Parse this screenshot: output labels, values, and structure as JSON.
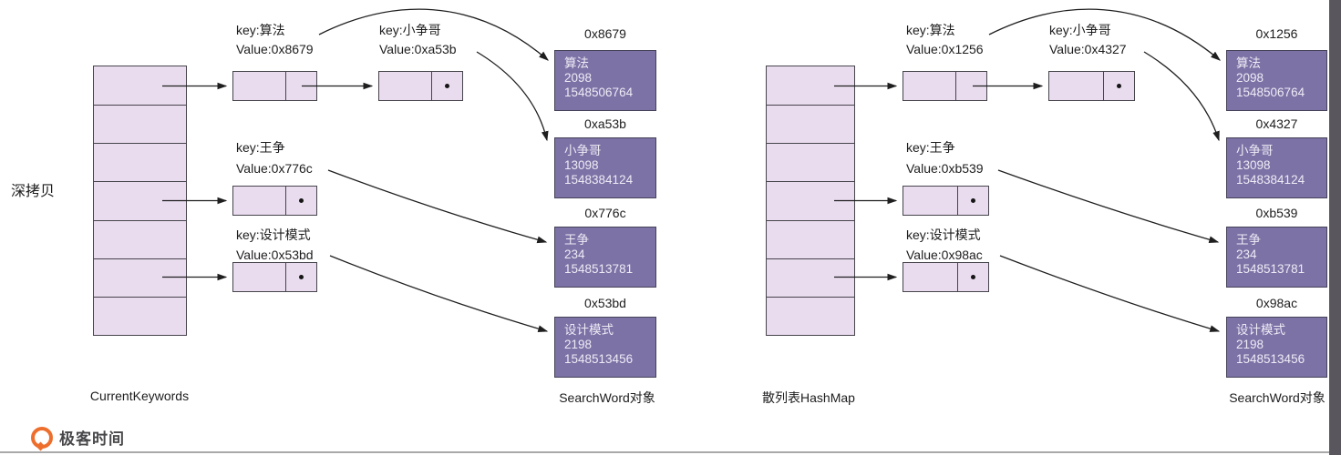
{
  "page": {
    "deep_copy_label": "深拷贝",
    "colors": {
      "cell_fill": "#e9dcee",
      "object_fill": "#7c72a6",
      "border": "#46444b",
      "side_strip": "#59575d",
      "logo_orange": "#ee6f2d"
    }
  },
  "left_diagram": {
    "array_caption": "CurrentKeywords",
    "objects_caption": "SearchWord对象",
    "entries": [
      {
        "key_label": "key:算法",
        "value_label": "Value:0x8679"
      },
      {
        "key_label": "key:小争哥",
        "value_label": "Value:0xa53b"
      },
      {
        "key_label": "key:王争",
        "value_label": "Value:0x776c"
      },
      {
        "key_label": "key:设计模式",
        "value_label": "Value:0x53bd"
      }
    ],
    "objects": [
      {
        "address": "0x8679",
        "lines": [
          "算法",
          "2098",
          "1548506764"
        ]
      },
      {
        "address": "0xa53b",
        "lines": [
          "小争哥",
          "13098",
          "1548384124"
        ]
      },
      {
        "address": "0x776c",
        "lines": [
          "王争",
          "234",
          "1548513781"
        ]
      },
      {
        "address": "0x53bd",
        "lines": [
          "设计模式",
          "2198",
          "1548513456"
        ]
      }
    ]
  },
  "right_diagram": {
    "array_caption": "散列表HashMap",
    "objects_caption": "SearchWord对象",
    "entries": [
      {
        "key_label": "key:算法",
        "value_label": "Value:0x1256"
      },
      {
        "key_label": "key:小争哥",
        "value_label": "Value:0x4327"
      },
      {
        "key_label": "key:王争",
        "value_label": "Value:0xb539"
      },
      {
        "key_label": "key:设计模式",
        "value_label": "Value:0x98ac"
      }
    ],
    "objects": [
      {
        "address": "0x1256",
        "lines": [
          "算法",
          "2098",
          "1548506764"
        ]
      },
      {
        "address": "0x4327",
        "lines": [
          "小争哥",
          "13098",
          "1548384124"
        ]
      },
      {
        "address": "0xb539",
        "lines": [
          "王争",
          "234",
          "1548513781"
        ]
      },
      {
        "address": "0x98ac",
        "lines": [
          "设计模式",
          "2198",
          "1548513456"
        ]
      }
    ]
  },
  "footer": {
    "logo_text": "极客时间"
  }
}
